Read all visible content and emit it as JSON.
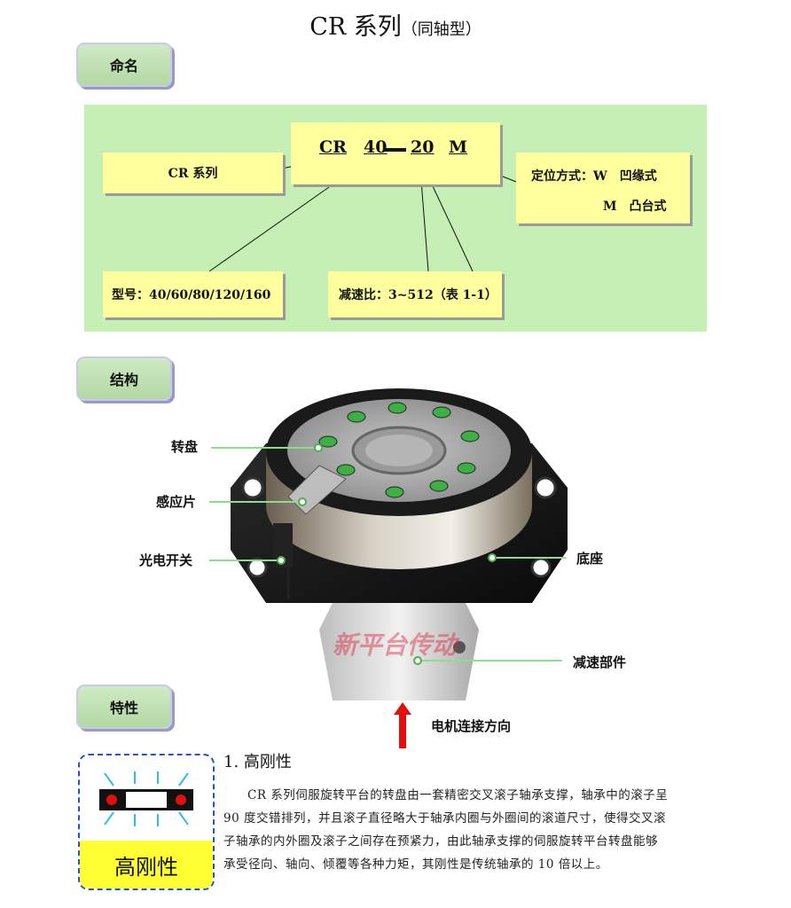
{
  "title": {
    "main": "CR 系列",
    "sub": "（同轴型）"
  },
  "sections": {
    "naming": "命名",
    "structure": "结构",
    "features": "特性"
  },
  "naming_diagram": {
    "model_code": {
      "series": "CR",
      "size": "40",
      "ratio": "20",
      "type": "M"
    },
    "series_box": "CR 系列",
    "positioning_box": {
      "line1": "定位方式：W　凹缘式",
      "line2": "M　凸台式"
    },
    "size_box": "型号：40/60/80/120/160",
    "ratio_box": "减速比：3~512（表 1-1）"
  },
  "structure_labels": {
    "turntable": "转盘",
    "sensor_plate": "感应片",
    "photo_switch": "光电开关",
    "base": "底座",
    "reducer": "减速部件",
    "motor_direction": "电机连接方向"
  },
  "watermark": "新平台传动",
  "feature": {
    "heading": "1. 高刚性",
    "icon_label": "高刚性",
    "paragraph_lines": [
      "CR 系列伺服旋转平台的转盘由一套精密交叉滚子轴承支撑，轴承中的滚子呈",
      "90 度交错排列，并且滚子直径略大于轴承内圈与外圈间的滚道尺寸，使得交叉滚",
      "子轴承的内外圈及滚子之间存在预紧力，由此轴承支撑的伺服旋转平台转盘能够",
      "承受径向、轴向、倾覆等各种力矩，其刚性是传统轴承的 10 倍以上。"
    ]
  },
  "colors": {
    "panel_green": "#c6efb5",
    "box_yellow": "#ffff9e",
    "leader_green": "#8fdc8f",
    "arrow_red": "#e01010",
    "icon_yellow": "#ffff33"
  }
}
